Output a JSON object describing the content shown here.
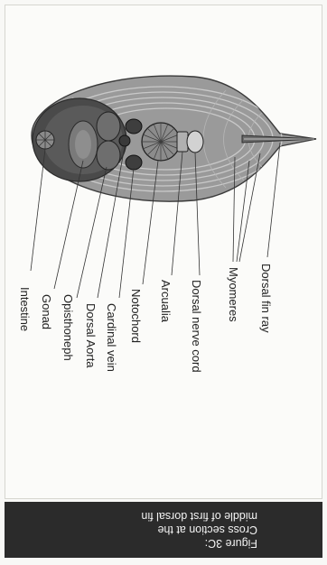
{
  "figure": {
    "caption_lines": [
      "Figure 3C:",
      "Cross section at the",
      "middle of first dorsal fin"
    ]
  },
  "labels": {
    "intestine": "Intestine",
    "gonad": "Gonad",
    "opisthoneph": "Opisthoneph",
    "dorsal_aorta": "Dorsal Aorta",
    "cardinal_vein": "Cardinal vein",
    "notochord": "Notochord",
    "arcualia": "Arcualia",
    "dorsal_nerve_cord": "Dorsal nerve cord",
    "myomeres": "Myomeres",
    "dorsal_fin_ray": "Dorsal fin ray"
  },
  "colors": {
    "body_fill": "#9a9a9a",
    "myomere_stroke": "#c9c9c9",
    "cavity_fill": "#4a4a4a",
    "organ_fill": "#7a7a7a",
    "caption_bg": "#2b2b2b"
  }
}
